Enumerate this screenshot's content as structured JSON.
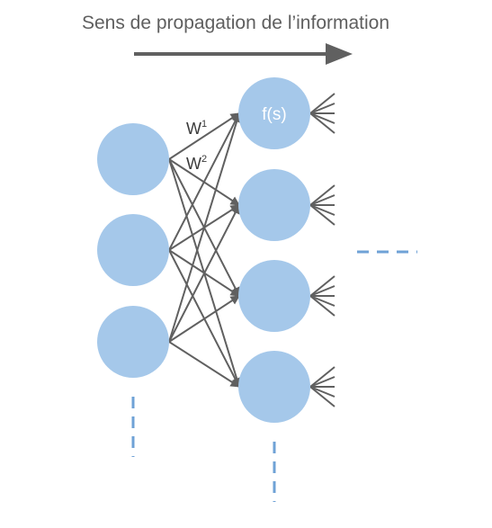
{
  "title": "Sens de propagation de l’information",
  "neuron_label": "f(s)",
  "weights": [
    {
      "base": "W",
      "sup": "1"
    },
    {
      "base": "W",
      "sup": "2"
    }
  ],
  "colors": {
    "node": "#a5c8ea",
    "edge": "#606060",
    "dash": "#6fa2d6",
    "text": "#5f5f5f",
    "node_text": "#ffffff"
  }
}
